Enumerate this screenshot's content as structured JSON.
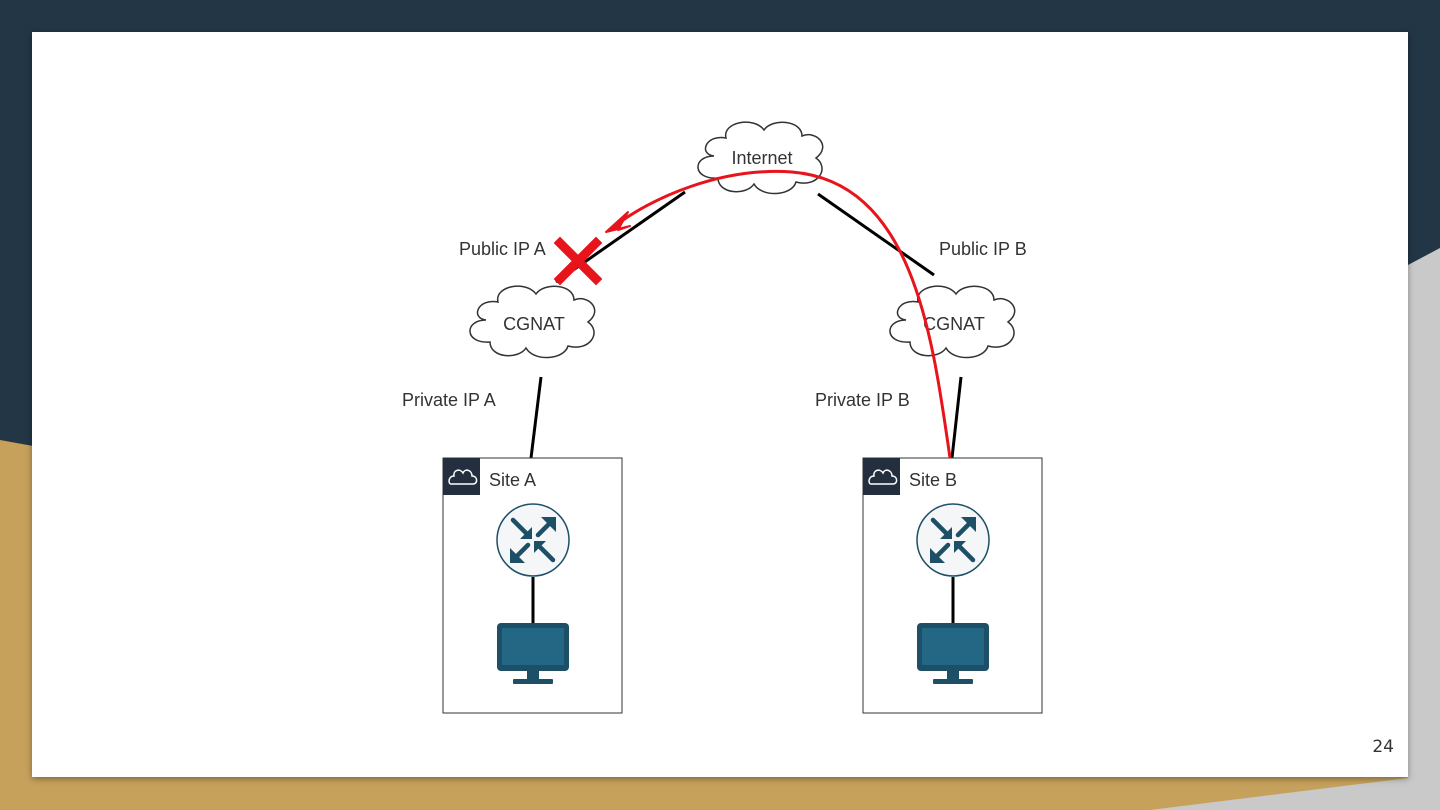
{
  "slide": {
    "page_number": "24"
  },
  "diagram": {
    "internet_label": "Internet",
    "cgnat_a_label": "CGNAT",
    "cgnat_b_label": "CGNAT",
    "public_ip_a_label": "Public IP A",
    "public_ip_b_label": "Public IP B",
    "private_ip_a_label": "Private IP A",
    "private_ip_b_label": "Private IP B",
    "site_a_label": "Site A",
    "site_b_label": "Site B"
  },
  "colors": {
    "slide_background": "#ffffff",
    "frame_dark": "#233645",
    "frame_gold": "#c5a15b",
    "frame_gray": "#c9c9c9",
    "link_line": "#000000",
    "blocked_path": "#e8141b",
    "icon_dark": "#1d4f66",
    "site_header": "#232f3e"
  },
  "icons": [
    "cloud-icon",
    "router-icon",
    "desktop-icon",
    "blocked-x-icon"
  ]
}
